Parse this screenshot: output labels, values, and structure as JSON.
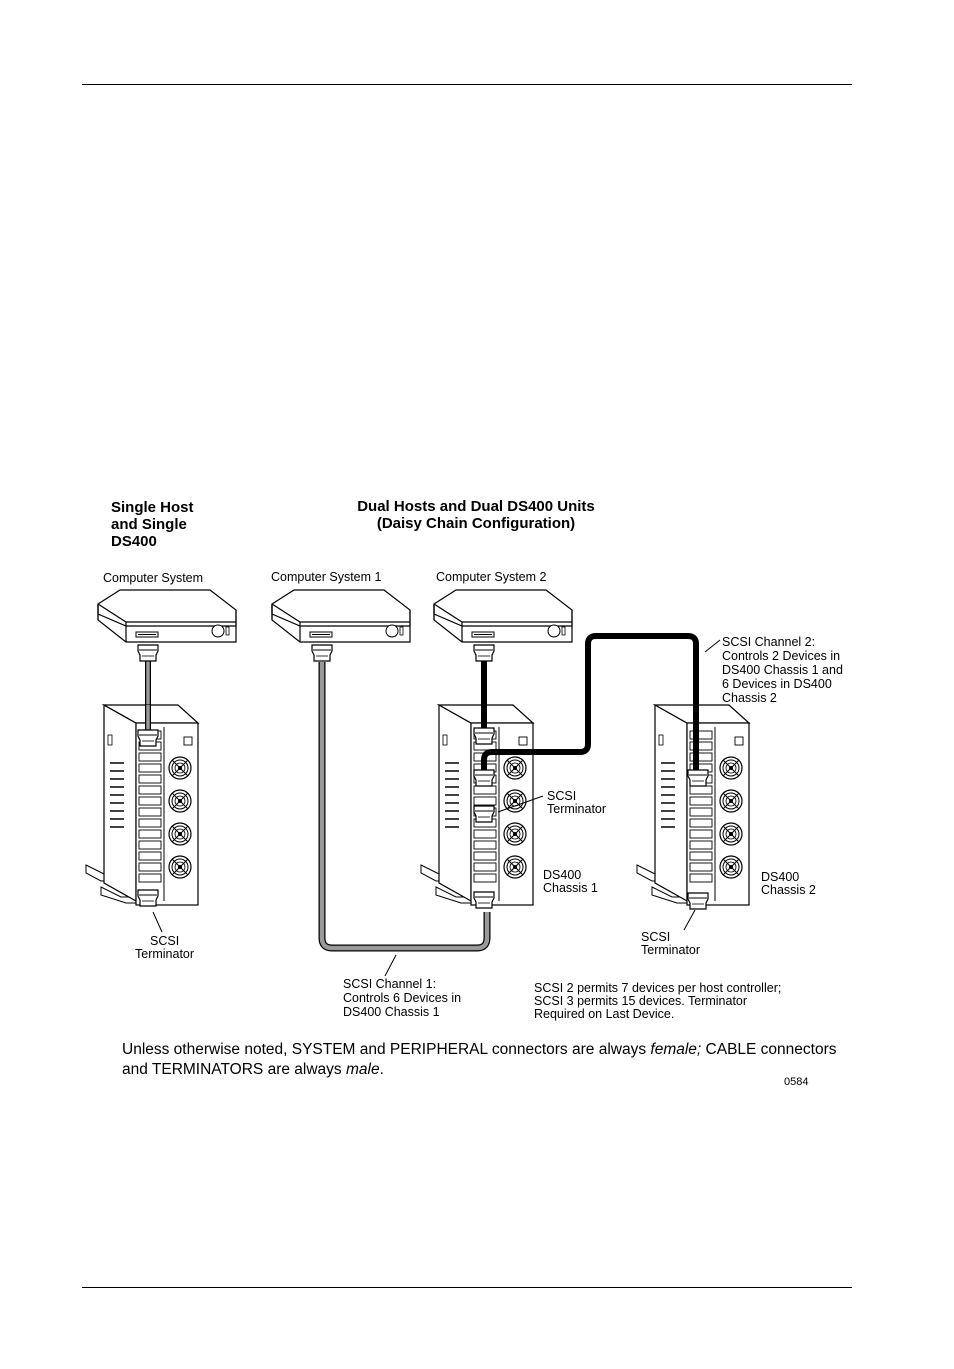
{
  "headings": {
    "single": [
      "Single Host",
      "and Single",
      "DS400"
    ],
    "dual": [
      "Dual Hosts and Dual DS400 Units",
      "(Daisy Chain Configuration)"
    ]
  },
  "computers": {
    "single": "Computer System",
    "cs1": "Computer System 1",
    "cs2": "Computer System 2"
  },
  "labels": {
    "term_left": [
      "SCSI",
      "Terminator"
    ],
    "term_mid": [
      "SCSI",
      "Terminator"
    ],
    "term_right": [
      "SCSI",
      "Terminator"
    ],
    "chassis1": [
      "DS400",
      "Chassis 1"
    ],
    "chassis2": [
      "DS400",
      "Chassis 2"
    ],
    "channel2": [
      "SCSI Channel 2:",
      "Controls 2 Devices in",
      "DS400 Chassis 1 and",
      "6 Devices in DS400",
      "Chassis 2"
    ],
    "channel1": [
      "SCSI Channel 1:",
      "Controls 6 Devices in",
      "DS400 Chassis 1"
    ],
    "scsi_note": [
      "SCSI 2 permits 7 devices per host controller;",
      "SCSI 3 permits 15 devices. Terminator",
      "Required on Last Device."
    ]
  },
  "note": {
    "part1": "Unless otherwise noted, SYSTEM and PERIPHERAL connectors are always ",
    "female": "female;",
    "part2": "  CABLE connectors and TERMINATORS are always ",
    "male": "male",
    "part3": "."
  },
  "figure_number": "0584",
  "colors": {
    "ink": "#000000",
    "gray_cable": "#9a9a9a",
    "paper": "#ffffff"
  }
}
